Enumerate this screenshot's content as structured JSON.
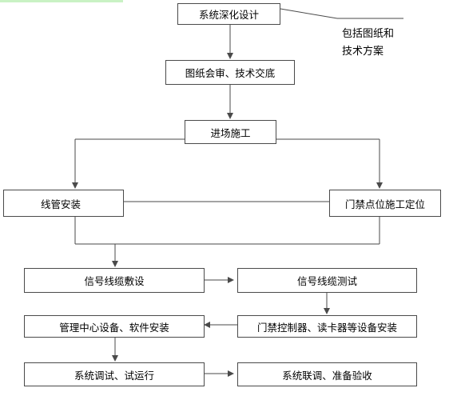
{
  "nodes": {
    "design": "系统深化设计",
    "review": "图纸会审、技术交底",
    "enter_site": "进场施工",
    "pipe_install": "线管安装",
    "door_position": "门禁点位施工定位",
    "cable_laying": "信号线缆敷设",
    "cable_test": "信号线缆测试",
    "controller_install": "门禁控制器、读卡器等设备安装",
    "center_install": "管理中心设备、软件安装",
    "debug": "系统调试、试运行",
    "acceptance": "系统联调、准备验收"
  },
  "note": {
    "line1": "包括图纸和",
    "line2": "技术方案"
  },
  "colors": {
    "line": "#4a4a4a",
    "top_strip": "#c9f2c4"
  }
}
